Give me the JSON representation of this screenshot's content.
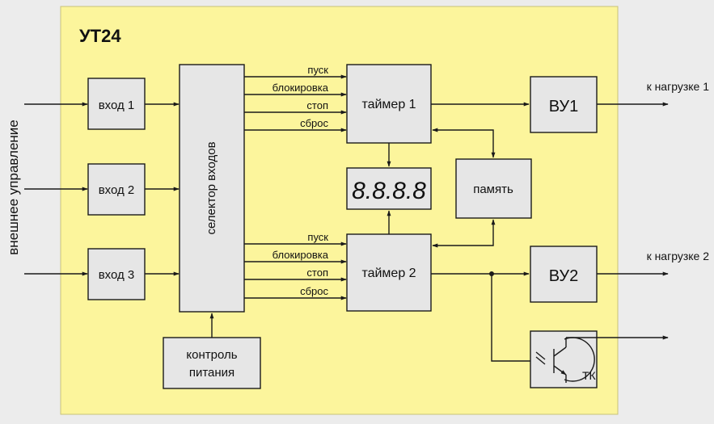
{
  "title": "УТ24",
  "left_label": "внешнее управление",
  "inputs": [
    "вход 1",
    "вход 2",
    "вход 3"
  ],
  "selector_label": "селектор входов",
  "power_control": [
    "контроль",
    "питания"
  ],
  "signals": [
    "пуск",
    "блокировка",
    "стоп",
    "сброс"
  ],
  "timer1": "таймер 1",
  "timer2": "таймер 2",
  "display": "8.8.8.8",
  "memory": "память",
  "vu1": "ВУ1",
  "vu2": "ВУ2",
  "load1": "к нагрузке 1",
  "load2": "к нагрузке 2",
  "tk_label": "ТК",
  "colors": {
    "panel": "#fcf59c",
    "block": "#e6e6e6",
    "line": "#1a1a1a",
    "background": "#ececec"
  }
}
